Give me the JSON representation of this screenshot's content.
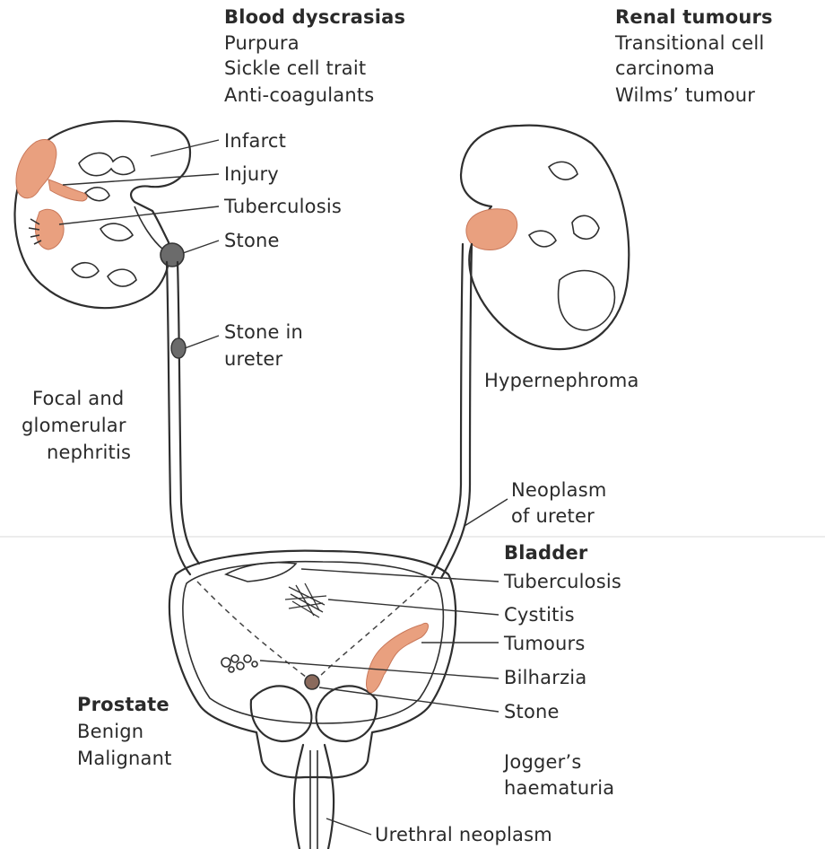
{
  "colors": {
    "lesion": "#e9a07f",
    "outline": "#2f2f2f",
    "stone": "#6b6b6b",
    "background": "#ffffff"
  },
  "blood_dyscrasias": {
    "heading": "Blood dyscrasias",
    "items": [
      "Purpura",
      "Sickle cell trait",
      "Anti-coagulants"
    ]
  },
  "renal_tumours": {
    "heading": "Renal tumours",
    "items": [
      "Transitional cell",
      "carcinoma",
      "Wilms’ tumour"
    ]
  },
  "left_kidney_labels": [
    "Infarct",
    "Injury",
    "Tuberculosis",
    "Stone"
  ],
  "stone_in_ureter": [
    "Stone in",
    "ureter"
  ],
  "nephritis": [
    "Focal and",
    "glomerular",
    "nephritis"
  ],
  "hypernephroma": "Hypernephroma",
  "neoplasm_of_ureter": [
    "Neoplasm",
    "of ureter"
  ],
  "bladder": {
    "heading": "Bladder",
    "items": [
      "Tuberculosis",
      "Cystitis",
      "Tumours",
      "Bilharzia",
      "Stone"
    ]
  },
  "prostate": {
    "heading": "Prostate",
    "items": [
      "Benign",
      "Malignant"
    ]
  },
  "joggers": [
    "Jogger’s",
    "haematuria"
  ],
  "urethral_neoplasm": "Urethral neoplasm"
}
